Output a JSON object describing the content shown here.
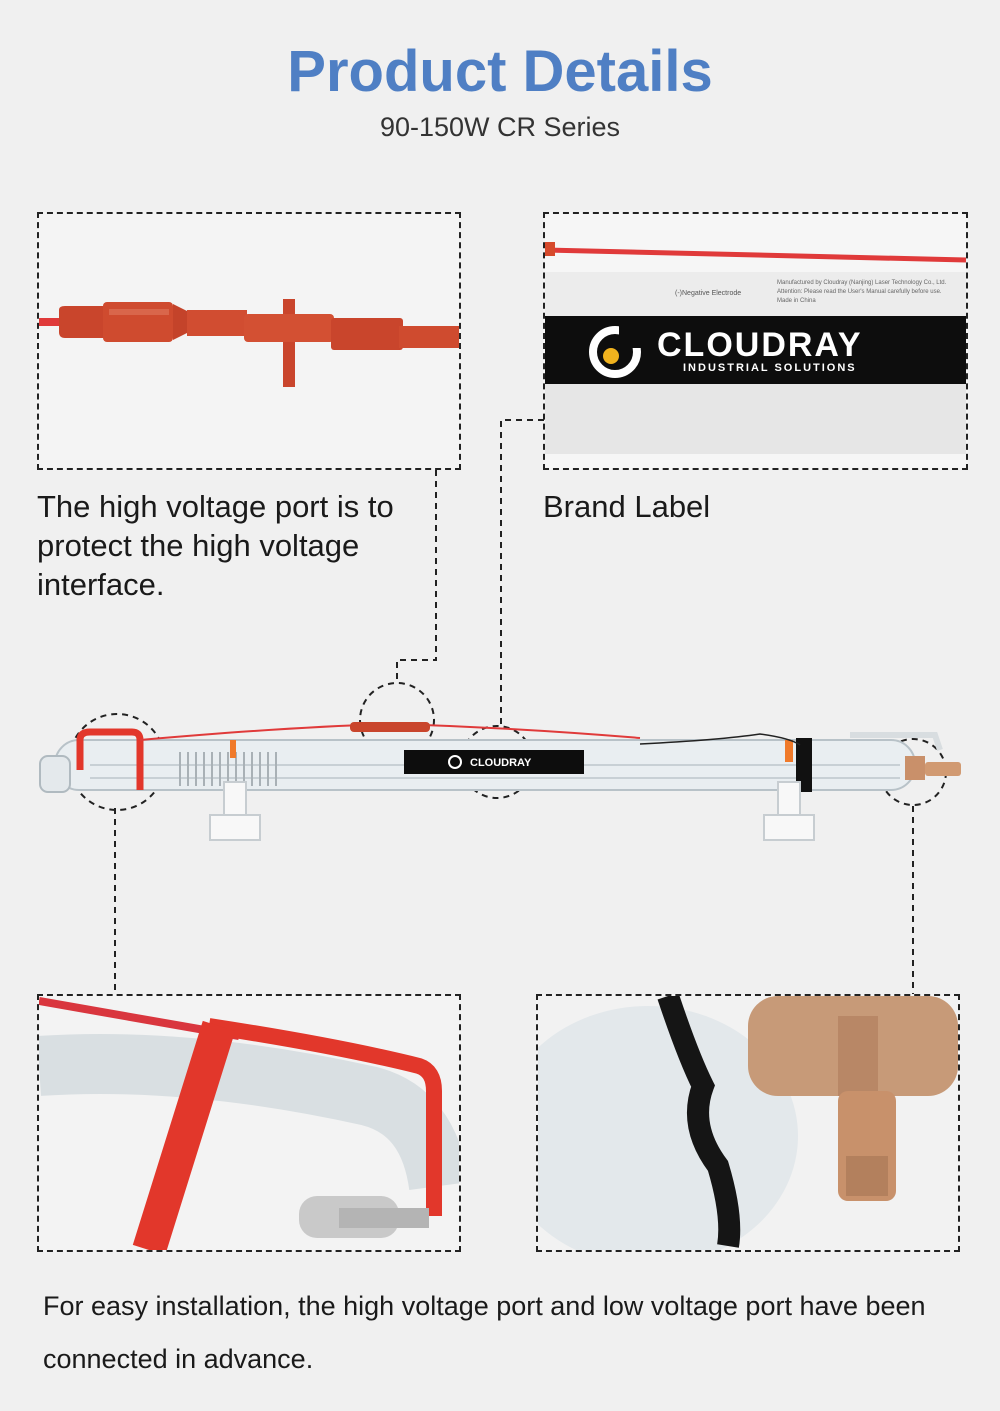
{
  "header": {
    "title": "Product Details",
    "subtitle": "90-150W  CR Series"
  },
  "callouts": {
    "hv_port_caption": "The high voltage port is to protect the high voltage interface.",
    "brand_caption": "Brand Label"
  },
  "brand": {
    "name": "CLOUDRAY",
    "tagline": "INDUSTRIAL SOLUTIONS",
    "label_small": "(-)Negative Electrode",
    "label_lines": [
      "Manufactured by Cloudray (Nanjing) Laser Technology Co., Ltd.",
      "Attention: Please read the User's Manual carefully before use.",
      "Made in China"
    ]
  },
  "footer": {
    "note": "For easy installation, the high voltage port and low voltage port have been connected in advance."
  },
  "colors": {
    "title_blue": "#4f7fc4",
    "silicone_red": "#d64a2c",
    "wire_red": "#e03a3a",
    "copper": "#c9906a"
  }
}
